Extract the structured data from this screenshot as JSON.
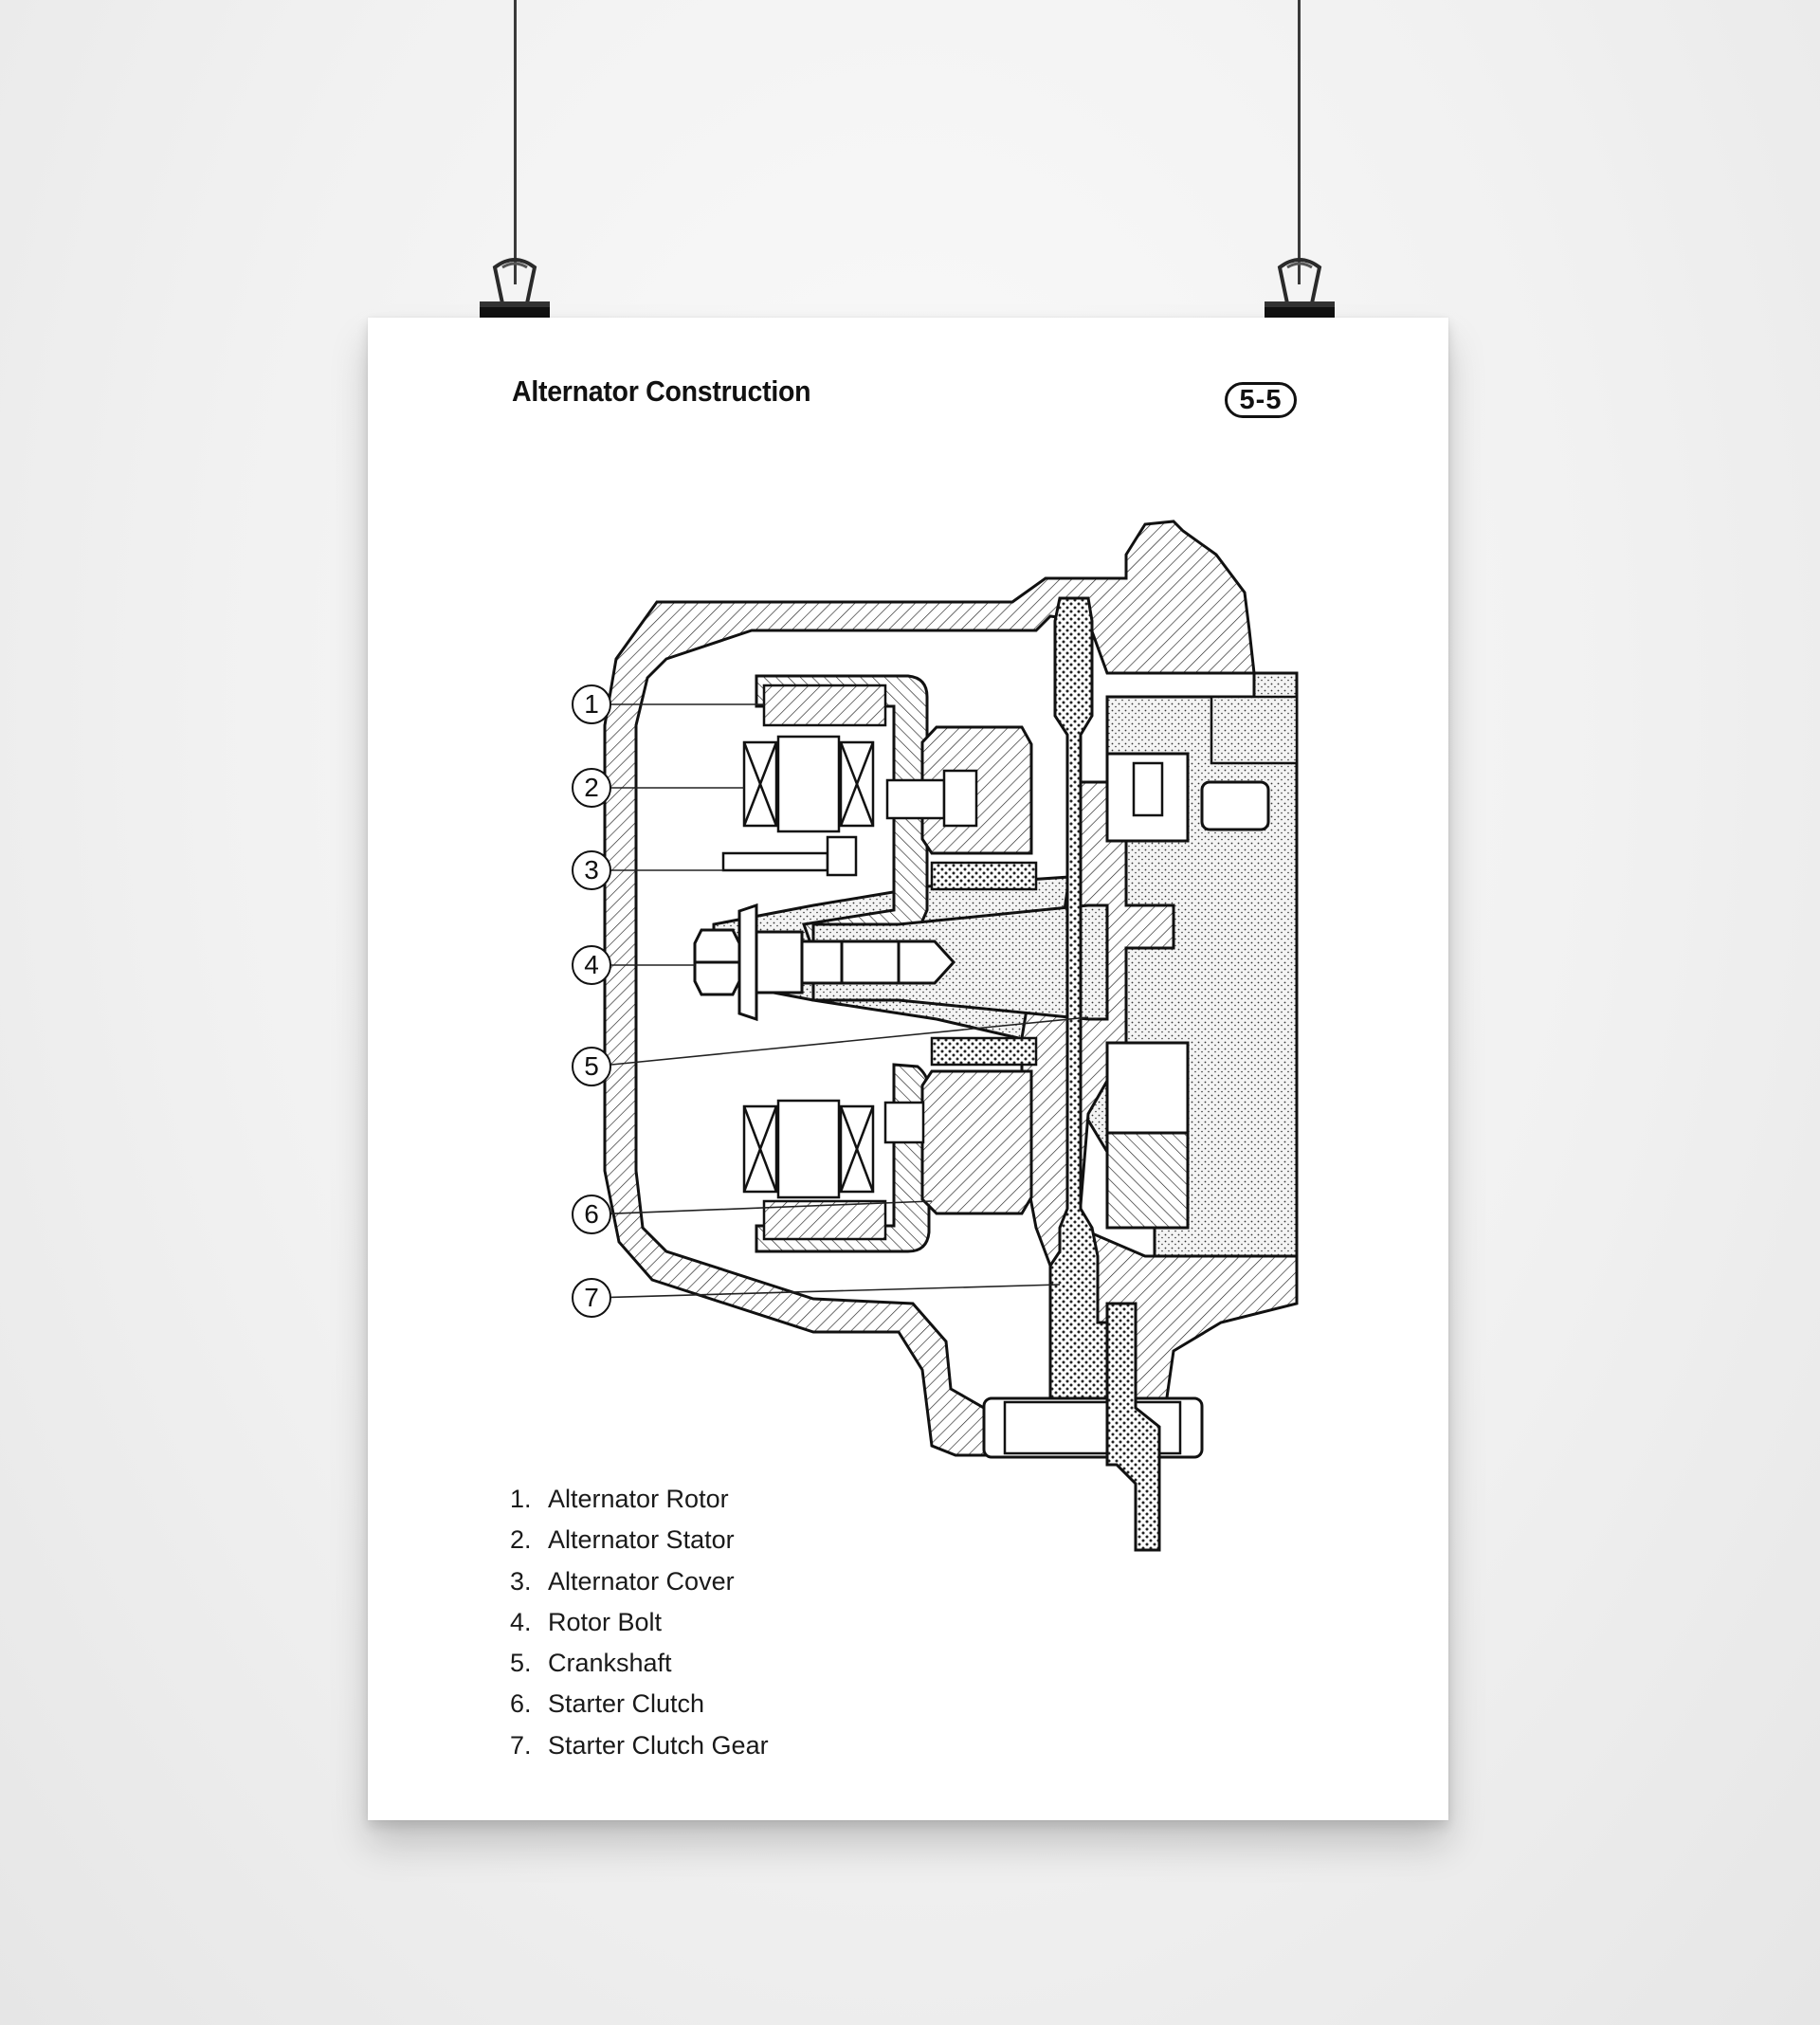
{
  "title": "Alternator Construction",
  "page_number": "5-5",
  "callouts": [
    "1",
    "2",
    "3",
    "4",
    "5",
    "6",
    "7"
  ],
  "legend": [
    {
      "number": "1.",
      "label": "Alternator Rotor"
    },
    {
      "number": "2.",
      "label": "Alternator Stator"
    },
    {
      "number": "3.",
      "label": "Alternator Cover"
    },
    {
      "number": "4.",
      "label": "Rotor Bolt"
    },
    {
      "number": "5.",
      "label": "Crankshaft"
    },
    {
      "number": "6.",
      "label": "Starter Clutch"
    },
    {
      "number": "7.",
      "label": "Starter Clutch Gear"
    }
  ]
}
